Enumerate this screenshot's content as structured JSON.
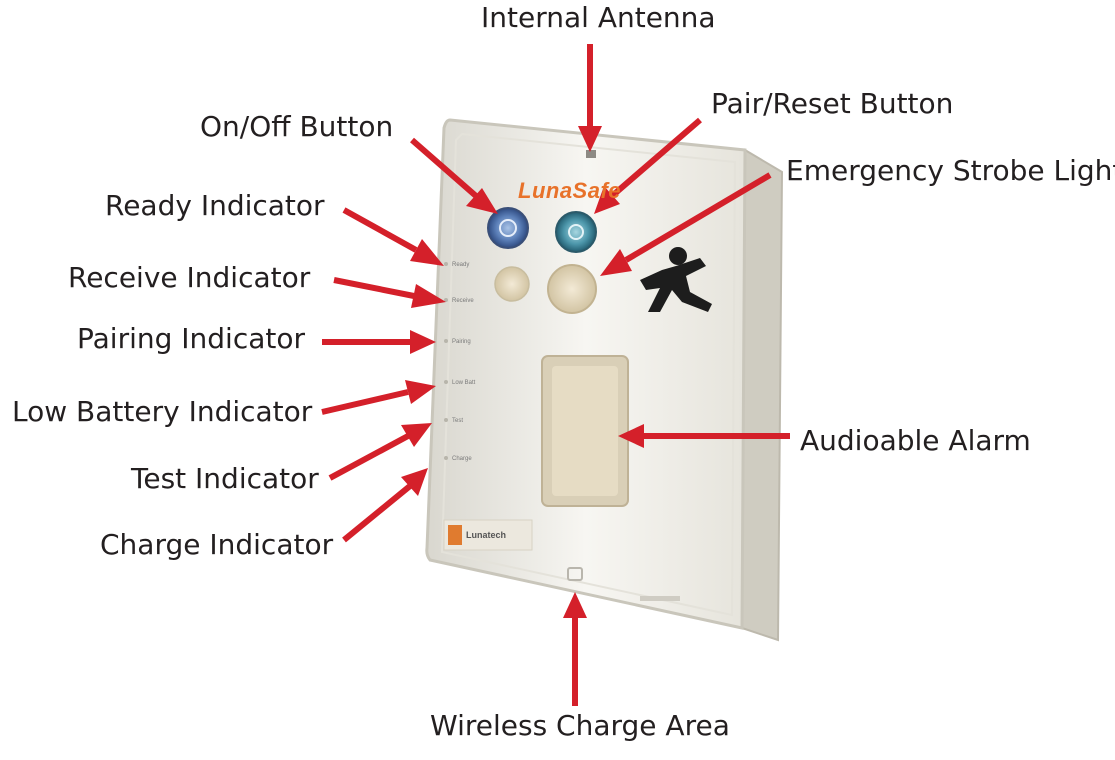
{
  "callouts": {
    "internal_antenna": "Internal Antenna",
    "pair_reset_button": "Pair/Reset Button",
    "on_off_button": "On/Off Button",
    "emergency_strobe_light": "Emergency Strobe Light",
    "ready_indicator": "Ready Indicator",
    "receive_indicator": "Receive Indicator",
    "pairing_indicator": "Pairing Indicator",
    "low_battery_indicator": "Low Battery Indicator",
    "audioable_alarm": "Audioable Alarm",
    "test_indicator": "Test Indicator",
    "charge_indicator": "Charge Indicator",
    "wireless_charge_area": "Wireless Charge Area"
  },
  "device": {
    "brand": "LunaSafe",
    "maker": "Lunatech",
    "indicator_labels": [
      "Ready",
      "Receive",
      "Pairing",
      "Low Batt",
      "Test",
      "Charge"
    ]
  },
  "colors": {
    "arrow": "#d4202a",
    "text": "#231f20",
    "device_body": "#f2f1ec",
    "brand": "#e8722a"
  }
}
